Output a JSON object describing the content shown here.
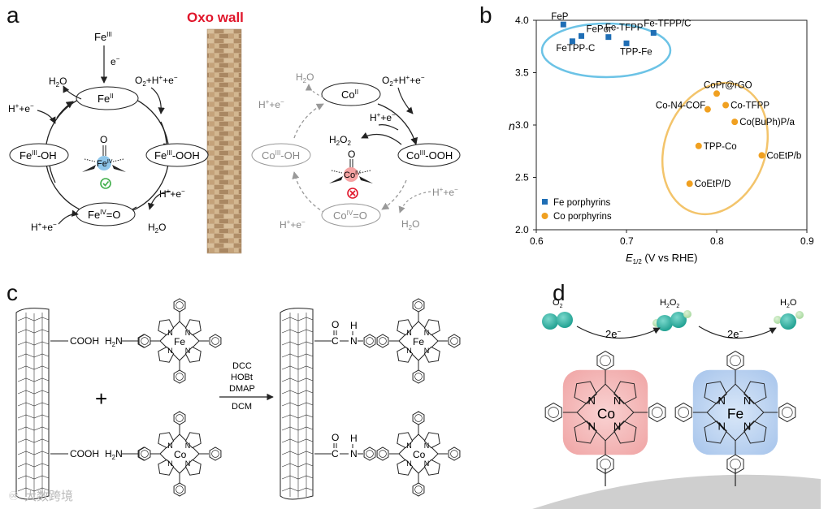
{
  "panels": {
    "a": "a",
    "b": "b",
    "c": "c",
    "d": "d"
  },
  "a": {
    "oxo_wall": "Oxo wall",
    "fe": {
      "fe3_top": "Fe",
      "fe3_top_sup": "III",
      "e_minus": "e",
      "o2_h_e": "O",
      "fe2": "Fe",
      "fe2_sup": "II",
      "h2o_top": "H",
      "h_e_left": "H",
      "fe3_oh": "Fe",
      "fe3_oh_suffix": "-OH",
      "fe3_ooh": "Fe",
      "fe3_ooh_suffix": "-OOH",
      "fe4_o": "Fe",
      "fe4_o_suffix": "=O",
      "h_e_right": "H",
      "h2o_bottom": "H",
      "h_e_bottom": "H",
      "center_label": "Fe",
      "center_label_sup": "IV",
      "o_label": "O"
    },
    "co": {
      "co2": "Co",
      "co2_sup": "II",
      "co3_oh": "Co",
      "co3_ooh": "Co",
      "co4_o": "Co",
      "h2o2": "H",
      "o_label": "O",
      "center_label": "Co",
      "center_label_sup": "IV"
    }
  },
  "b": {
    "chart_data": {
      "type": "scatter",
      "xlabel": "E1/2 (V vs RHE)",
      "ylabel": "n",
      "xlim": [
        0.6,
        0.9
      ],
      "ylim": [
        2.0,
        4.0
      ],
      "xticks": [
        "0.6",
        "0.7",
        "0.8",
        "0.9"
      ],
      "yticks": [
        "2.0",
        "2.5",
        "3.0",
        "3.5",
        "4.0"
      ],
      "legend_position": "bottom-left",
      "series": [
        {
          "name": "Fe porphyrins",
          "color": "#1f6eb5",
          "marker": "square",
          "points": [
            {
              "label": "FeP",
              "x": 0.63,
              "y": 3.96
            },
            {
              "label": "FePor",
              "x": 0.65,
              "y": 3.85
            },
            {
              "label": "FeTPP-C",
              "x": 0.64,
              "y": 3.8
            },
            {
              "label": "Fe-TFPP",
              "x": 0.68,
              "y": 3.84
            },
            {
              "label": "TPP-Fe",
              "x": 0.7,
              "y": 3.78
            },
            {
              "label": "Fe-TFPP/C",
              "x": 0.73,
              "y": 3.88
            }
          ]
        },
        {
          "name": "Co porphyrins",
          "color": "#f0a020",
          "marker": "circle",
          "points": [
            {
              "label": "CoPr@rGO",
              "x": 0.8,
              "y": 3.3
            },
            {
              "label": "Co-TFPP",
              "x": 0.81,
              "y": 3.19
            },
            {
              "label": "Co-N4-COF",
              "x": 0.79,
              "y": 3.15
            },
            {
              "label": "Co(BuPh)P/a",
              "x": 0.82,
              "y": 3.03
            },
            {
              "label": "TPP-Co",
              "x": 0.78,
              "y": 2.8
            },
            {
              "label": "CoEtP/b",
              "x": 0.85,
              "y": 2.71
            },
            {
              "label": "CoEtP/D",
              "x": 0.77,
              "y": 2.44
            }
          ]
        }
      ]
    }
  },
  "c": {
    "cooh_top": "COOH",
    "cooh_bottom": "COOH",
    "h2n_top": "H",
    "h2n_bottom": "H",
    "plus": "+",
    "reagents": [
      "DCC",
      "HOBt",
      "DMAP",
      "DCM"
    ],
    "metal_fe": "Fe",
    "metal_co": "Co",
    "amide_o": "O",
    "amide_h": "H",
    "amide_n": "N",
    "amide_c": "C",
    "n": "N",
    "watermark": "大数跨境"
  },
  "d": {
    "o2": "O",
    "h2o2": "H",
    "h2o": "H",
    "two_e_1": "2e",
    "two_e_2": "2e",
    "metal_co": "Co",
    "metal_fe": "Fe",
    "n": "N"
  },
  "colors": {
    "fe_blue": "#1f6eb5",
    "co_orange": "#f0a020",
    "ellipse_blue": "#6cc3e6",
    "ellipse_orange": "#f3c46b",
    "oxo_red": "#e0162b",
    "teal": "#35b8a8",
    "light_green": "#b7e3b0"
  }
}
